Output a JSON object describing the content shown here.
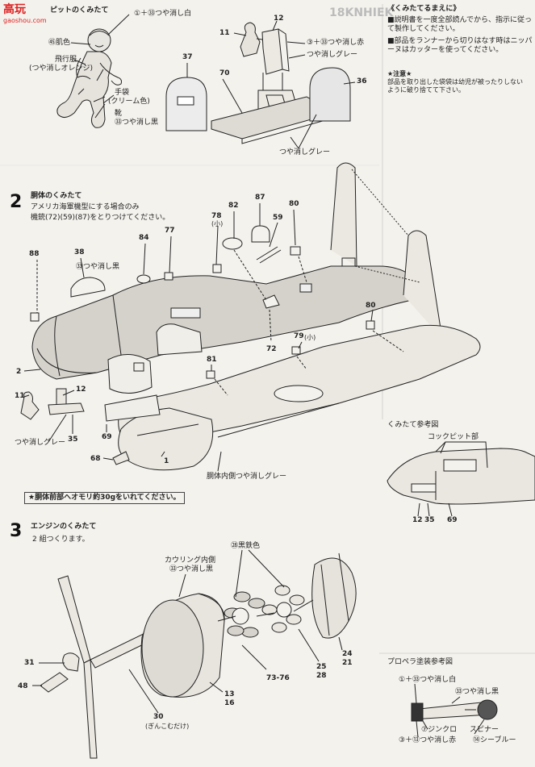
{
  "header": {
    "watermark_logo": "高玩",
    "watermark_site": "gaoshou.com",
    "title_fragment": "ピットのくみたて",
    "top_right_band": "18KNHIEK"
  },
  "cockpit": {
    "labels": {
      "skin": "㊺肌色",
      "suit": "飛行服",
      "suit_color": "(つや消しオレンジ)",
      "gloves": "手袋",
      "gloves_color": "(クリーム色)",
      "boots": "靴",
      "boots_color": "㉝つや消し黒",
      "helmet": "①＋㉝つや消し白",
      "seat_paint": "③＋㉝つや消し赤",
      "seat_gray": "つや消しグレー",
      "floor_gray": "つや消しグレー"
    },
    "parts": [
      "11",
      "12",
      "37",
      "70",
      "36"
    ]
  },
  "before_assembly": {
    "heading": "《くみたてるまえに》",
    "items": [
      "■説明書を一度全部読んでから、指示に従って製作してください。",
      "■部品をランナーから切りはなす時はニッパーヌはカッターを使ってください。"
    ],
    "note_heading": "★注意★",
    "note_text": "部品を取り出した袋袋は幼児が被ったりしないように破り捨てて下さい。"
  },
  "step2": {
    "number": "2",
    "heading": "胴体のくみたて",
    "line1": "アメリカ海軍機型にする場合のみ",
    "line2": "機銃(72)(59)(87)をとりつけてください。",
    "labels": {
      "black": "㉝つや消し黒",
      "gray": "つや消しグレー",
      "interior": "胴体内側つや消しグレー",
      "small_78": "(小)",
      "small_79": "(小)"
    },
    "parts": [
      "88",
      "38",
      "84",
      "77",
      "78",
      "82",
      "87",
      "59",
      "80",
      "80",
      "79",
      "72",
      "81",
      "2",
      "11",
      "12",
      "35",
      "69",
      "68",
      "1"
    ],
    "warning": "★胴体前部へオモリ約30gをいれてください。"
  },
  "reference": {
    "heading": "くみたて参考図",
    "sub": "コックピット部",
    "parts": [
      "12",
      "35",
      "69"
    ]
  },
  "step3": {
    "number": "3",
    "heading": "エンジンのくみたて",
    "sub": "2 組つくります。",
    "labels": {
      "cowl_inner": "カウリング内側",
      "cowl_black": "㉝つや消し黒",
      "iron": "㉘黒鉄色",
      "silver": "(ぎんこむだけ)"
    },
    "parts": [
      "31",
      "48",
      "30",
      "13",
      "16",
      "73-76",
      "25",
      "28",
      "24",
      "21"
    ]
  },
  "propeller": {
    "heading": "プロペラ塗装参考図",
    "white": "①＋㉝つや消し白",
    "black": "㉝つや消し黒",
    "zinc": "⑦ジンクロ",
    "red": "③＋⑬つや消し赤",
    "spinner": "スピナー",
    "blue": "⑭シーブルー"
  }
}
